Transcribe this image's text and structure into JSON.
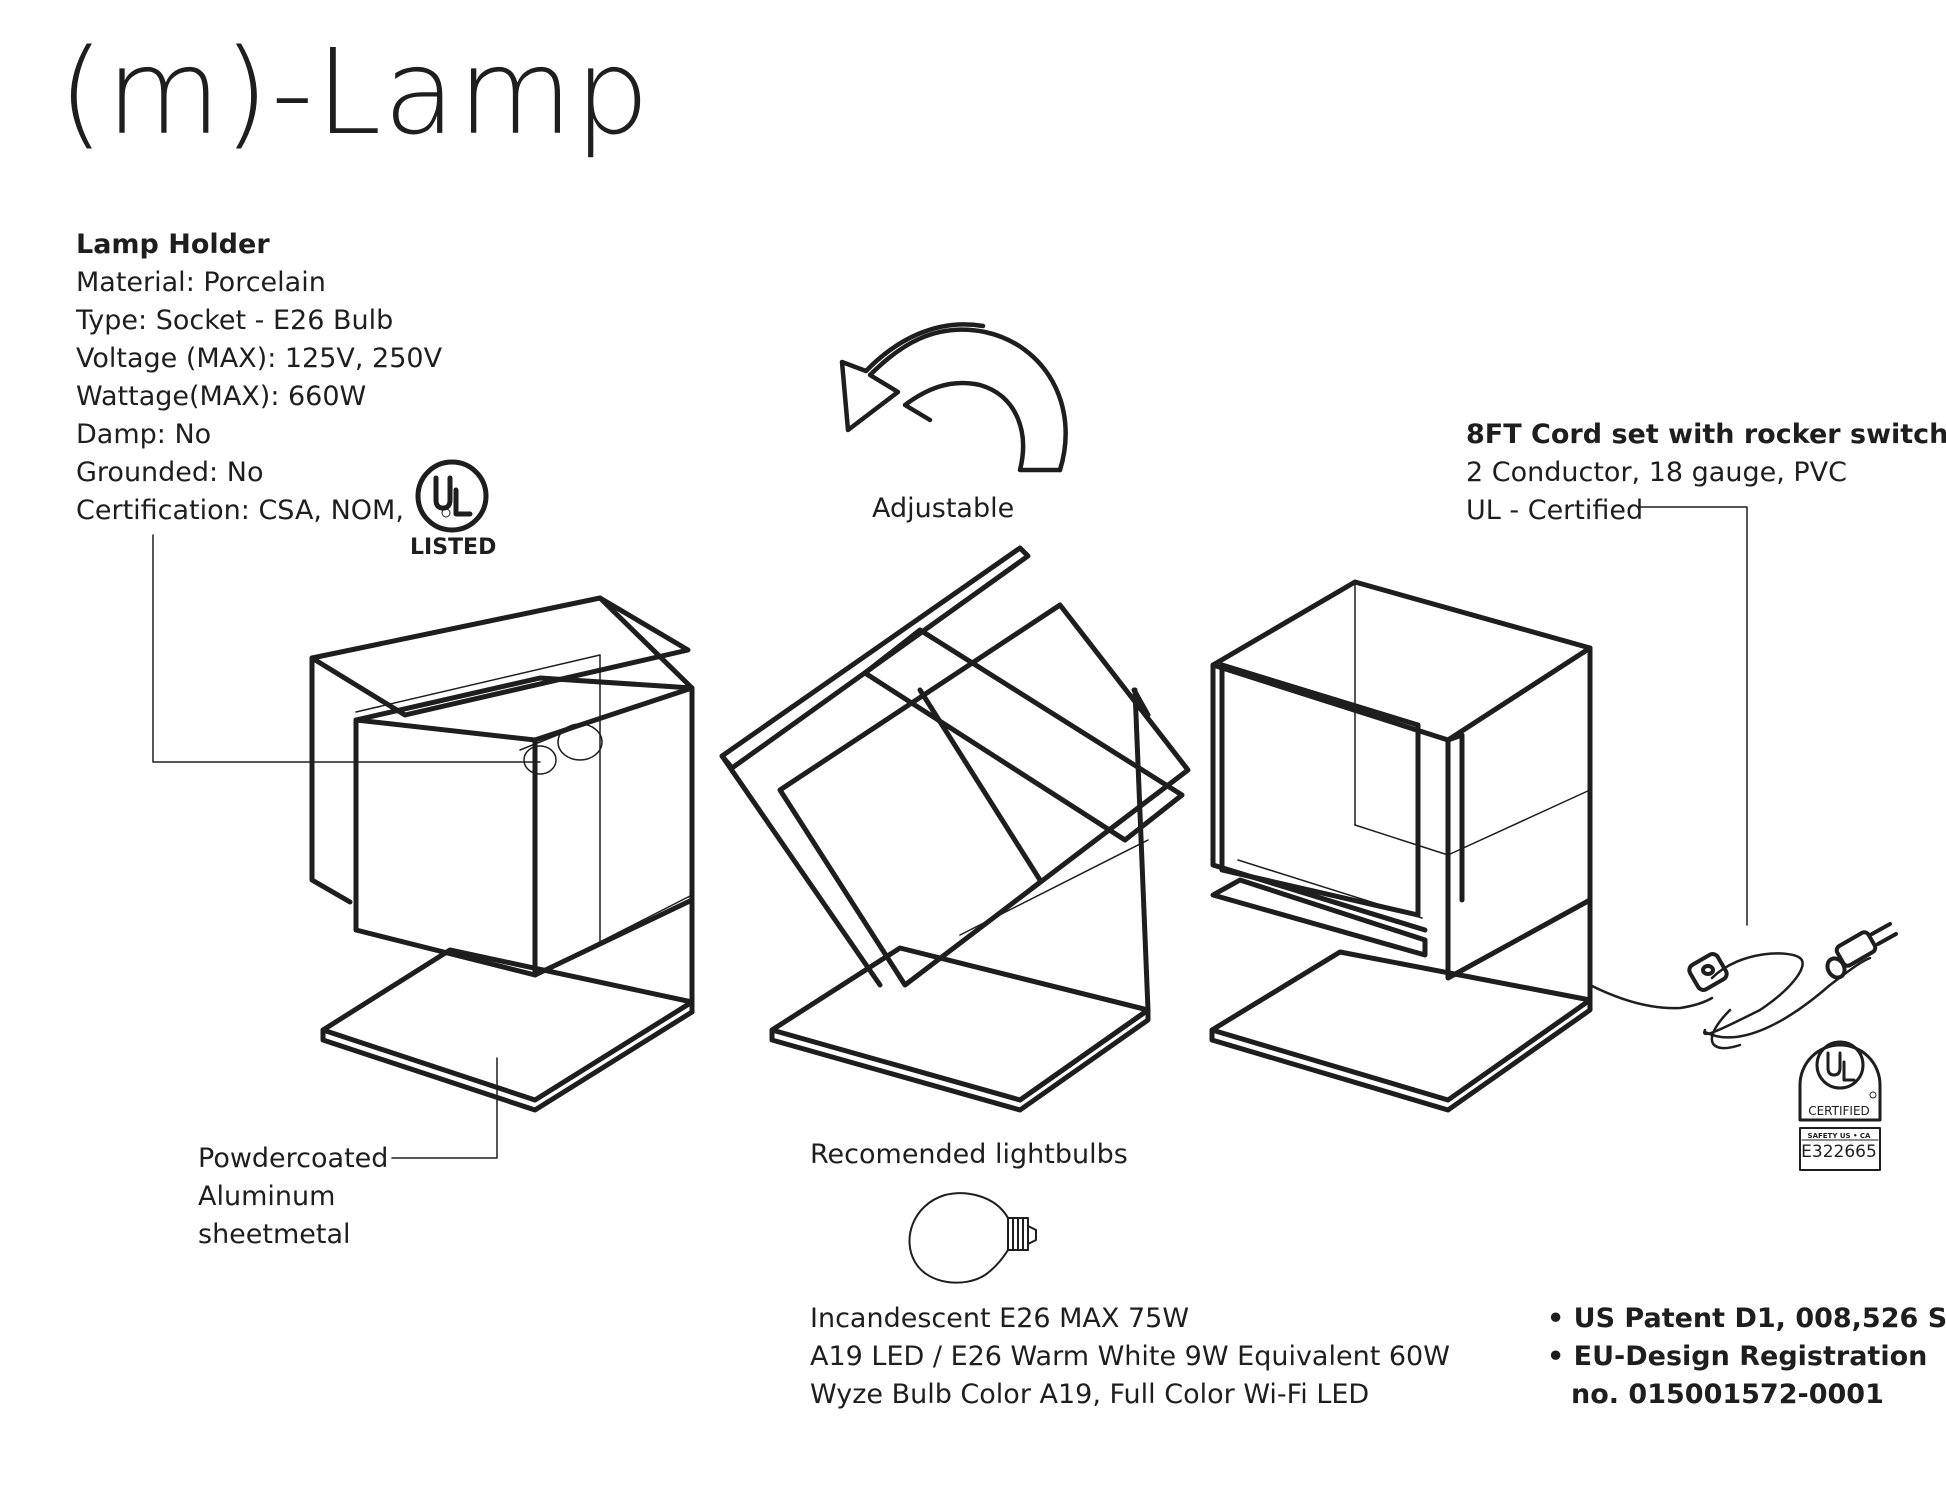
{
  "title": "(m)-Lamp",
  "lamp_holder": {
    "heading": "Lamp Holder",
    "lines": [
      "Material: Porcelain",
      "Type: Socket - E26 Bulb",
      "Voltage (MAX): 125V, 250V",
      "Wattage(MAX): 660W",
      "Damp: No",
      "Grounded: No",
      "Certification: CSA, NOM,"
    ]
  },
  "ul_listed": {
    "mark": "UL",
    "label": "LISTED"
  },
  "adjustable_label": "Adjustable",
  "cord_set": {
    "heading": "8FT Cord set with rocker switch",
    "lines": [
      "2 Conductor, 18 gauge, PVC",
      "UL - Certified"
    ]
  },
  "ul_certified": {
    "mark": "UL",
    "label": "CERTIFIED",
    "region": "SAFETY US • CA",
    "file_number": "E322665"
  },
  "material_label": [
    "Powdercoated",
    "Aluminum",
    "sheetmetal"
  ],
  "bulbs": {
    "heading": "Recomended lightbulbs",
    "list": [
      "Incandescent E26 MAX 75W",
      "A19 LED / E26 Warm White 9W Equivalent 60W",
      "Wyze Bulb Color A19, Full Color Wi-Fi LED"
    ]
  },
  "patents": [
    "• US Patent D1, 008,526 S",
    "• EU-Design Registration",
    "no. 015001572-0001"
  ],
  "colors": {
    "line": "#1e1e1e",
    "background": "#ffffff"
  },
  "icons": [
    "ul-listed-icon",
    "ul-certified-icon",
    "lightbulb-icon",
    "rotate-arrow-icon",
    "plug-icon",
    "rocker-switch-icon"
  ]
}
